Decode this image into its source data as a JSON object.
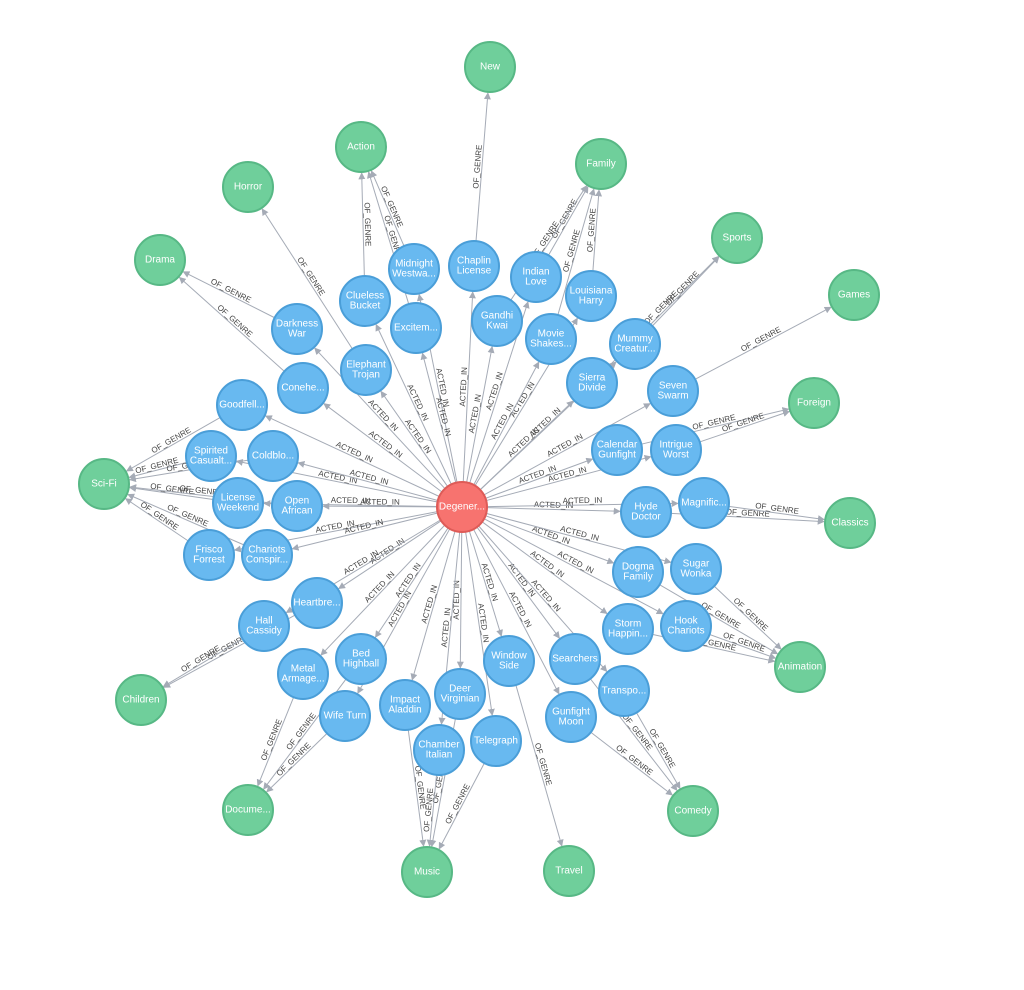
{
  "colors": {
    "genre": "#6fcf9b",
    "genre_stroke": "#57b885",
    "film": "#68b9f0",
    "film_stroke": "#4a9ed8",
    "actor": "#f7736f",
    "actor_stroke": "#de5b57",
    "edge": "#a5abb6"
  },
  "center": {
    "id": "actor",
    "label": "Degener..."
  },
  "genres": [
    {
      "id": "g_new",
      "label": "New"
    },
    {
      "id": "g_action",
      "label": "Action"
    },
    {
      "id": "g_family",
      "label": "Family"
    },
    {
      "id": "g_horror",
      "label": "Horror"
    },
    {
      "id": "g_drama",
      "label": "Drama"
    },
    {
      "id": "g_sports",
      "label": "Sports"
    },
    {
      "id": "g_games",
      "label": "Games"
    },
    {
      "id": "g_foreign",
      "label": "Foreign"
    },
    {
      "id": "g_scifi",
      "label": "Sci-Fi"
    },
    {
      "id": "g_classics",
      "label": "Classics"
    },
    {
      "id": "g_animation",
      "label": "Animation"
    },
    {
      "id": "g_children",
      "label": "Children"
    },
    {
      "id": "g_docu",
      "label": "Docume..."
    },
    {
      "id": "g_comedy",
      "label": "Comedy"
    },
    {
      "id": "g_music",
      "label": "Music"
    },
    {
      "id": "g_travel",
      "label": "Travel"
    }
  ],
  "films": [
    {
      "id": "f_chaplin",
      "lines": [
        "Chaplin",
        "License"
      ],
      "genre": "g_new"
    },
    {
      "id": "f_midnight",
      "lines": [
        "Midnight",
        "Westwa..."
      ],
      "genre": "g_action"
    },
    {
      "id": "f_clueless",
      "lines": [
        "Clueless",
        "Bucket"
      ],
      "genre": "g_action"
    },
    {
      "id": "f_excitem",
      "lines": [
        "Excitem..."
      ],
      "genre": "g_action"
    },
    {
      "id": "f_indian",
      "lines": [
        "Indian",
        "Love"
      ],
      "genre": "g_family"
    },
    {
      "id": "f_louisiana",
      "lines": [
        "Louisiana",
        "Harry"
      ],
      "genre": "g_family"
    },
    {
      "id": "f_gandhi",
      "lines": [
        "Gandhi",
        "Kwai"
      ],
      "genre": "g_family"
    },
    {
      "id": "f_movie",
      "lines": [
        "Movie",
        "Shakes..."
      ],
      "genre": "g_family"
    },
    {
      "id": "f_darkness",
      "lines": [
        "Darkness",
        "War"
      ],
      "genre": "g_drama"
    },
    {
      "id": "f_elephant",
      "lines": [
        "Elephant",
        "Trojan"
      ],
      "genre": "g_horror"
    },
    {
      "id": "f_mummy",
      "lines": [
        "Mummy",
        "Creatur..."
      ],
      "genre": "g_sports"
    },
    {
      "id": "f_sierra",
      "lines": [
        "Sierra",
        "Divide"
      ],
      "genre": "g_sports"
    },
    {
      "id": "f_conehe",
      "lines": [
        "Conehe..."
      ],
      "genre": "g_drama"
    },
    {
      "id": "f_seven",
      "lines": [
        "Seven",
        "Swarm"
      ],
      "genre": "g_games"
    },
    {
      "id": "f_goodfell",
      "lines": [
        "Goodfell..."
      ],
      "genre": "g_scifi"
    },
    {
      "id": "f_calendar",
      "lines": [
        "Calendar",
        "Gunfight"
      ],
      "genre": "g_foreign"
    },
    {
      "id": "f_intrigue",
      "lines": [
        "Intrigue",
        "Worst"
      ],
      "genre": "g_foreign"
    },
    {
      "id": "f_spirited",
      "lines": [
        "Spirited",
        "Casualt..."
      ],
      "genre": "g_scifi"
    },
    {
      "id": "f_coldblo",
      "lines": [
        "Coldblo..."
      ],
      "genre": "g_scifi"
    },
    {
      "id": "f_license",
      "lines": [
        "License",
        "Weekend"
      ],
      "genre": "g_scifi"
    },
    {
      "id": "f_open",
      "lines": [
        "Open",
        "African"
      ],
      "genre": "g_scifi"
    },
    {
      "id": "f_hyde",
      "lines": [
        "Hyde",
        "Doctor"
      ],
      "genre": "g_classics"
    },
    {
      "id": "f_magnific",
      "lines": [
        "Magnific..."
      ],
      "genre": "g_classics"
    },
    {
      "id": "f_frisco",
      "lines": [
        "Frisco",
        "Forrest"
      ],
      "genre": "g_scifi"
    },
    {
      "id": "f_chariots",
      "lines": [
        "Chariots",
        "Conspir..."
      ],
      "genre": "g_scifi"
    },
    {
      "id": "f_dogma",
      "lines": [
        "Dogma",
        "Family"
      ],
      "genre": "g_animation"
    },
    {
      "id": "f_sugar",
      "lines": [
        "Sugar",
        "Wonka"
      ],
      "genre": "g_animation"
    },
    {
      "id": "f_heartbre",
      "lines": [
        "Heartbre..."
      ],
      "genre": "g_children"
    },
    {
      "id": "f_hall",
      "lines": [
        "Hall",
        "Cassidy"
      ],
      "genre": "g_children"
    },
    {
      "id": "f_storm",
      "lines": [
        "Storm",
        "Happin..."
      ],
      "genre": "g_animation"
    },
    {
      "id": "f_hook",
      "lines": [
        "Hook",
        "Chariots"
      ],
      "genre": "g_animation"
    },
    {
      "id": "f_bed",
      "lines": [
        "Bed",
        "Highball"
      ],
      "genre": "g_docu"
    },
    {
      "id": "f_window",
      "lines": [
        "Window",
        "Side"
      ],
      "genre": "g_travel"
    },
    {
      "id": "f_searchers",
      "lines": [
        "Searchers"
      ],
      "genre": "g_comedy"
    },
    {
      "id": "f_metal",
      "lines": [
        "Metal",
        "Armage..."
      ],
      "genre": "g_docu"
    },
    {
      "id": "f_deer",
      "lines": [
        "Deer",
        "Virginian"
      ],
      "genre": "g_music"
    },
    {
      "id": "f_transpo",
      "lines": [
        "Transpo..."
      ],
      "genre": "g_comedy"
    },
    {
      "id": "f_impact",
      "lines": [
        "Impact",
        "Aladdin"
      ],
      "genre": "g_music"
    },
    {
      "id": "f_wife",
      "lines": [
        "Wife Turn"
      ],
      "genre": "g_docu"
    },
    {
      "id": "f_gunfight",
      "lines": [
        "Gunfight",
        "Moon"
      ],
      "genre": "g_comedy"
    },
    {
      "id": "f_chamber",
      "lines": [
        "Chamber",
        "Italian"
      ],
      "genre": "g_music"
    },
    {
      "id": "f_telegraph",
      "lines": [
        "Telegraph"
      ],
      "genre": "g_music"
    }
  ],
  "edge_labels": {
    "acted": "ACTED_IN",
    "genre": "OF_GENRE"
  }
}
